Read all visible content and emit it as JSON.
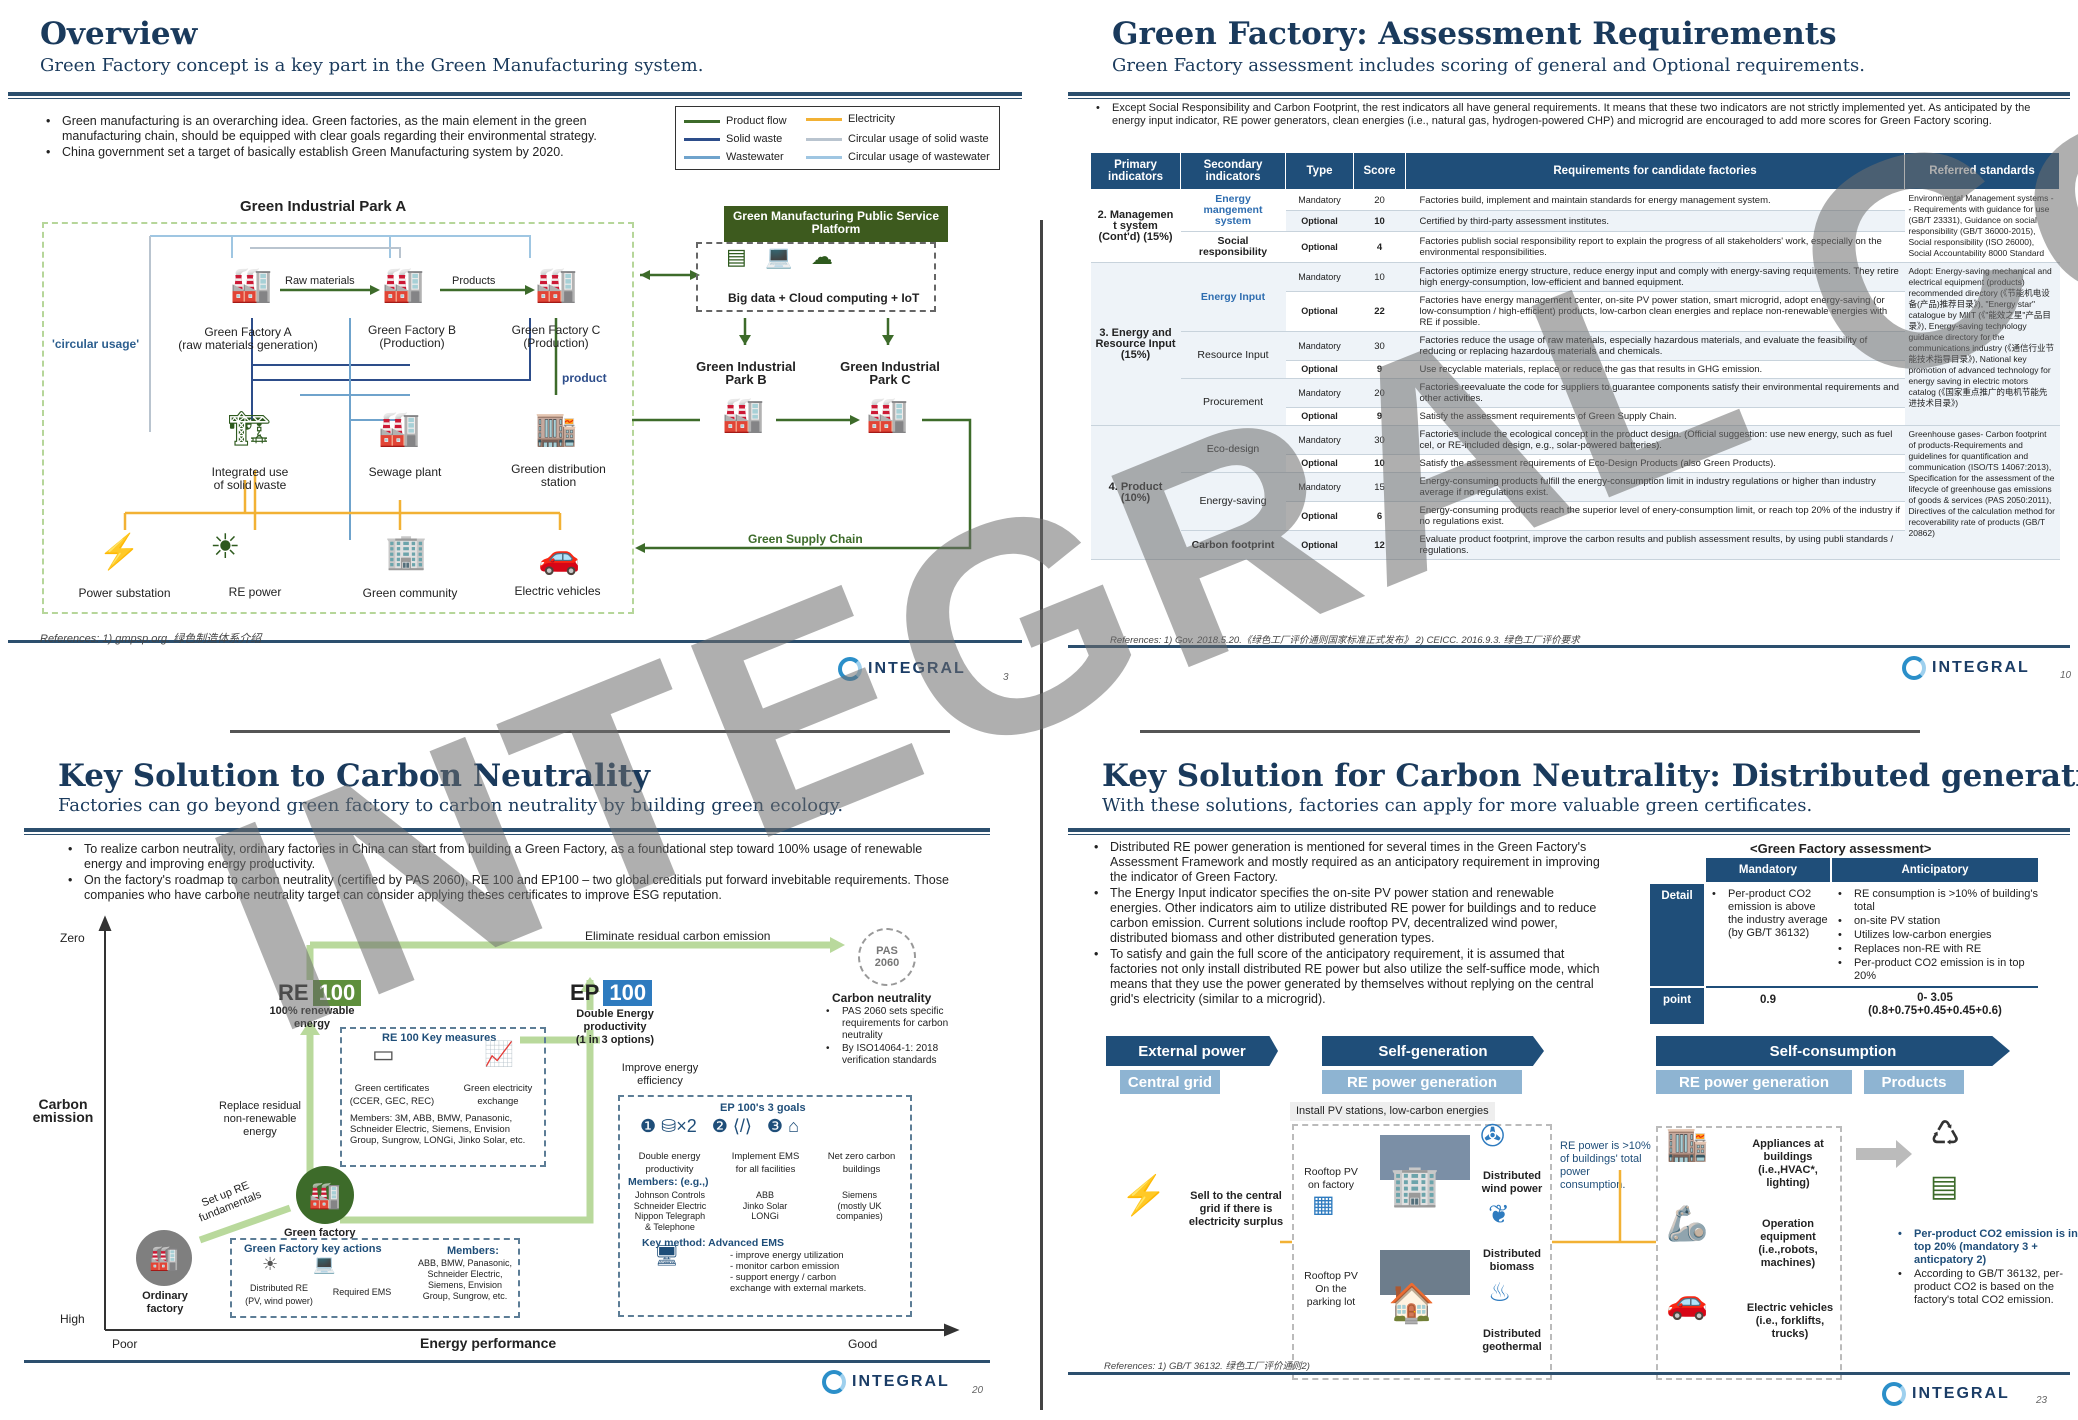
{
  "p1": {
    "title": "Overview",
    "subtitle": "Green Factory concept is a key part in the Green Manufacturing system.",
    "bullets": [
      "Green manufacturing is an overarching idea. Green factories, as the main element in the green manufacturing chain, should be equipped with clear goals regarding their environmental strategy.",
      "China government set a target of basically establish Green Manufacturing system by 2020."
    ],
    "legend": [
      "Product flow",
      "Solid waste",
      "Wastewater",
      "Electricity",
      "Circular usage of solid waste",
      "Circular usage of wastewater"
    ],
    "park_a": "Green Industrial Park A",
    "raw_materials": "Raw materials",
    "products": "Products",
    "factory_a": "Green Factory A",
    "factory_a_sub": "(raw materials generation)",
    "factory_b": "Green Factory B",
    "factory_b_sub": "(Production)",
    "factory_c": "Green Factory C",
    "factory_c_sub": "(Production)",
    "circular": "'circular usage'",
    "product": "product",
    "solid": "Integrated use\nof solid waste",
    "sewage": "Sewage plant",
    "distribution": "Green distribution\nstation",
    "power_sub": "Power substation",
    "re_power": "RE power",
    "community": "Green community",
    "ev": "Electric vehicles",
    "platform": "Green Manufacturing Public Service Platform",
    "bigdata": "Big data + Cloud computing + IoT",
    "park_b": "Green Industrial\nPark B",
    "park_c": "Green Industrial\nPark C",
    "supply_chain": "Green Supply Chain",
    "ref": "References: 1) gmpsp.org. 绿色制造体系介绍",
    "logo": "INTEGRAL",
    "page": "3"
  },
  "p2": {
    "title": "Green Factory: Assessment Requirements",
    "subtitle": "Green Factory assessment includes scoring of general and Optional requirements.",
    "intro": "Except Social Responsibility and Carbon Footprint, the rest indicators all have general requirements. It means that these two indicators are not strictly implemented yet. As anticipated by the energy input indicator, RE power generators, clean energies (i.e., natural gas, hydrogen-powered CHP) and microgrid are encouraged to add more scores for Green Factory scoring.",
    "headers": [
      "Primary indicators",
      "Secondary indicators",
      "Type",
      "Score",
      "Requirements for candidate factories",
      "Referred standards"
    ],
    "rows": [
      {
        "p": "2. Managemen t system (Cont'd) (15%)",
        "s": "Energy mangement system",
        "t": "Mandatory",
        "sc": "20",
        "r": "Factories build, implement and maintain standards for energy management system."
      },
      {
        "p": "",
        "s": "",
        "t": "Optional",
        "sc": "10",
        "r": "Certified by third-party assessment institutes."
      },
      {
        "p": "",
        "s": "Social responsibility",
        "t": "Optional",
        "sc": "4",
        "r": "Factories publish social responsibility report to explain the progress of all stakeholders' work, especially on the environmental responsibilities."
      },
      {
        "p": "3. Energy and Resource Input (15%)",
        "s": "Energy Input",
        "t": "Mandatory",
        "sc": "10",
        "r": "Factories optimize energy structure, reduce energy input and comply with energy-saving requirements. They retire high energy-consumption, low-efficient and banned equipment."
      },
      {
        "p": "",
        "s": "",
        "t": "Optional",
        "sc": "22",
        "r": "Factories have energy management center, on-site PV power station, smart microgrid, adopt energy-saving (or low-consumption / high-efficient) products, low-carbon clean energies and replace non-renewable energies with RE if possible."
      },
      {
        "p": "",
        "s": "Resource Input",
        "t": "Mandatory",
        "sc": "30",
        "r": "Factories reduce the usage of raw materials, especially hazardous materials, and evaluate the feasibility of reducing or replacing hazardous materials and chemicals."
      },
      {
        "p": "",
        "s": "",
        "t": "Optional",
        "sc": "9",
        "r": "Use recyclable materials, replace or reduce the gas that results in GHG emission."
      },
      {
        "p": "",
        "s": "Procurement",
        "t": "Mandatory",
        "sc": "20",
        "r": "Factories reevaluate the code for suppliers to guarantee components satisfy their environmental requirements and other activities."
      },
      {
        "p": "",
        "s": "",
        "t": "Optional",
        "sc": "9",
        "r": "Satisfy the assessment requirements of Green Supply Chain."
      },
      {
        "p": "4. Product (10%)",
        "s": "Eco-design",
        "t": "Mandatory",
        "sc": "30",
        "r": "Factories include the ecological concept in the product design. (Official suggestion: use new energy, such as fuel cel, or RE-included design, e.g., solar-powered batteries)."
      },
      {
        "p": "",
        "s": "",
        "t": "Optional",
        "sc": "10",
        "r": "Satisfy the assessment requirements of Eco-Design Products (also Green Products)."
      },
      {
        "p": "",
        "s": "Energy-saving",
        "t": "Mandatory",
        "sc": "15",
        "r": "Energy-consuming products fulfill the energy-consumption limit in industry regulations or higher than industry average if no regulations exist."
      },
      {
        "p": "",
        "s": "",
        "t": "Optional",
        "sc": "6",
        "r": "Energy-consuming products reach the superior level of enery-consumption limit, or reach top 20% of the industry if no regulations exist."
      },
      {
        "p": "",
        "s": "Carbon footprint",
        "t": "Optional",
        "sc": "12",
        "r": "Evaluate product footprint, improve the carbon results and publish assessment results, by using publi standards / regulations."
      }
    ],
    "std1": "Environmental Management systems -- Requirements with guidance for use (GB/T 23331), Guidance on social responsibility (GB/T 36000-2015), Social responsibility (ISO 26000), Social Accountability 8000 Standard",
    "std2": "Adopt: Energy-saving mechanical and electrical equipment (products) recommended directory (《节能机电设备(产品)推荐目录》), \"Energy star\" catalogue by MIIT (《\"能效之星\"产品目录》), Energy-saving technology guidance directory for the communications industry (《通信行业节能技术指导目录》), National key promotion of advanced technology for energy saving in electric motors catalog (《国家重点推广的电机节能先进技术目录》)",
    "std3": "Greenhouse gases- Carbon footprint of products-Requirements and guidelines for quantification and communication (ISO/TS 14067:2013), Specification for the assessment of the lifecycle of greenhouse gas emissions of goods & services (PAS 2050:2011), Directives of the calculation method for recoverability rate of products (GB/T 20862)",
    "ref": "References: 1) Gov. 2018.5.20.《绿色工厂评价通则国家标准正式发布》 2) CEICC. 2016.9.3. 绿色工厂评价要求",
    "logo": "INTEGRAL",
    "page": "10"
  },
  "p3": {
    "title": "Key Solution to Carbon Neutrality",
    "subtitle": "Factories can go beyond green factory to carbon neutrality by building green ecology.",
    "bullets": [
      "To realize carbon neutrality, ordinary factories in China can start from building a Green Factory, as a foundational step toward 100% usage of renewable energy and improving energy productivity.",
      "On the factory's roadmap to carbon neutrality (certified by PAS 2060), RE 100 and EP100 – two global creditials put forward invebitable requirements. Those companies who have carbone neutrality target can consider applying theses certificates to improve ESG reputation."
    ],
    "y_zero": "Zero",
    "y_high": "High",
    "y_label": "Carbon\nemission",
    "x_poor": "Poor",
    "x_good": "Good",
    "x_label": "Energy performance",
    "eliminate": "Eliminate residual carbon emission",
    "re_a": "RE",
    "re_b": "100",
    "re_sub": "100% renewable\nenergy",
    "ep_a": "EP",
    "ep_b": "100",
    "ep_sub": "Double Energy\nproductivity\n(1 in 3 options)",
    "pas": "PAS\n2060",
    "cn_title": "Carbon neutrality",
    "cn_b1": "PAS 2060 sets specific requirements for carbon neutrality",
    "cn_b2": "By ISO14064-1: 2018 verification standards",
    "replace": "Replace residual\nnon-renewable\nenergy",
    "improve": "Improve energy\nefficiency",
    "setup": "Set up RE\nfundamentals",
    "re_measures": "RE 100 Key measures",
    "green_cert": "Green certificates\n(CCER, GEC, REC)",
    "green_elec": "Green electricity\nexchange",
    "re_members": "Members: 3M, ABB, BMW, Panasonic, Schneider Electric, Siemens, Envision Group, Sungrow, LONGi, Jinko Solar, etc.",
    "ep_goals": "EP 100's 3 goals",
    "goal1": "Double energy\nproductivity",
    "goal2": "Implement EMS\nfor all facilities",
    "goal3": "Net zero carbon\nbuildings",
    "ep_members": "Members: (e.g.,)",
    "mem1": "Johnson Controls\nSchneider Electric\nNippon Telegraph\n& Telephone",
    "mem2": "ABB\nJinko Solar\nLONGi",
    "mem3": "Siemens\n(mostly UK\ncompanies)",
    "key_method": "Key method: Advanced EMS",
    "ems_lines": "- improve energy utilization\n- monitor carbon emission\n- support energy / carbon\n  exchange with external markets.",
    "green_factory": "Green factory",
    "ordinary": "Ordinary\nfactory",
    "gf_actions": "Green Factory key actions",
    "dist_re": "Distributed RE\n(PV, wind power)",
    "req_ems": "Required EMS",
    "gf_members_t": "Members:",
    "gf_members": "ABB, BMW, Panasonic,\nSchneider Electric,\nSiemens, Envision\nGroup, Sungrow, etc.",
    "logo": "INTEGRAL",
    "page": "20"
  },
  "p4": {
    "title": "Key Solution for Carbon Neutrality: Distributed generation",
    "subtitle": "With these solutions, factories can apply for more valuable green certificates.",
    "bullets": [
      "Distributed RE power generation is mentioned for several times in the Green Factory's Assessment Framework and mostly required as an anticipatory requirement in improving the indicator of Green Factory.",
      "The Energy Input indicator specifies the on-site PV power station and renewable energies. Other indicators aim to utilize distributed RE power for buildings and to reduce carbon emission. Current solutions include rooftop PV, decentralized wind power, distributed biomass and other distributed generation types.",
      "To satisfy and gain the full score of the anticipatory requirement, it is assumed that factories not only install distributed RE power but also utilize the self-suffice mode, which means that they use the power generated by themselves without replying on the central grid's electricity (similar to a microgrid)."
    ],
    "assess_title": "<Green Factory assessment>",
    "col_m": "Mandatory",
    "col_a": "Anticipatory",
    "detail": "Detail",
    "detail_m": "Per-product CO2 emission is above the industry average (by GB/T 36132)",
    "detail_a": [
      "RE consumption is >10% of building's total",
      "on-site PV station",
      "Utilizes low-carbon energies",
      "Replaces non-RE with RE",
      "Per-product CO2 emission is in top 20%"
    ],
    "point": "point",
    "point_m": "0.9",
    "point_a": "0- 3.05\n(0.8+0.75+0.45+0.45+0.6)",
    "ext": "External power",
    "self_gen": "Self-generation",
    "self_con": "Self-consumption",
    "central": "Central grid",
    "re_gen": "RE power generation",
    "re_gen2": "RE power generation",
    "products": "Products",
    "install": "Install PV stations, low-carbon energies",
    "sell": "Sell to the central\ngrid if there is\nelectricity surplus",
    "rooftop": "Rooftop PV\non factory",
    "parking": "Rooftop PV\nOn the\nparking lot",
    "wind": "Distributed\nwind power",
    "biomass": "Distributed\nbiomass",
    "geo": "Distributed\ngeothermal",
    "re_note": "RE power is >10% of buildings' total power consumption.",
    "appl": "Appliances at\nbuildings\n(i.e.,HVAC*,\nlighting)",
    "oper": "Operation\nequipment\n(i.e.,robots,\nmachines)",
    "evs": "Electric vehicles\n(i.e., forklifts,\ntrucks)",
    "prod_note1": "Per-product CO2 emission is in top 20% (mandatory 3 + anticpatory 2)",
    "prod_note2": "According to GB/T 36132, per-product CO2 is based on the factory's total CO2 emission.",
    "ref": "References: 1) GB/T 36132. 绿色工厂评价通则2)",
    "logo": "INTEGRAL",
    "page": "23"
  },
  "watermark": "INTEGRAL Co., Ltd",
  "colors": {
    "navy": "#1f4e79",
    "green": "#2e5a1e",
    "lightblue": "#8eb4d2",
    "orange": "#f2b134"
  }
}
